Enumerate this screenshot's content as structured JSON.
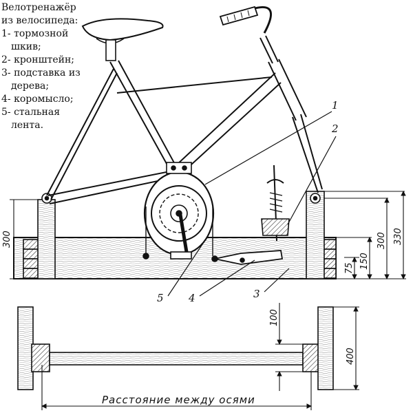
{
  "legend": {
    "title_line1": "Велотренажёр",
    "title_line2": "из велосипеда:",
    "items": [
      {
        "num": "1-",
        "line1": "тормозной",
        "line2": "шкив;"
      },
      {
        "num": "2-",
        "line1": "кронштейн;",
        "line2": ""
      },
      {
        "num": "3-",
        "line1": "подставка из",
        "line2": "дерева;"
      },
      {
        "num": "4-",
        "line1": "коромысло;",
        "line2": ""
      },
      {
        "num": "5-",
        "line1": "стальная",
        "line2": "лента."
      }
    ]
  },
  "callouts": [
    "1",
    "2",
    "3",
    "4",
    "5"
  ],
  "dimensions": {
    "side_left": "300",
    "side_right_a": "300",
    "side_right_b": "330",
    "side_right_c": "150",
    "side_right_d": "75",
    "top_a": "100",
    "top_b": "400"
  },
  "caption": "Расстояние между осями",
  "colors": {
    "ink": "#111111",
    "paper": "#ffffff",
    "wood": "#555555"
  }
}
